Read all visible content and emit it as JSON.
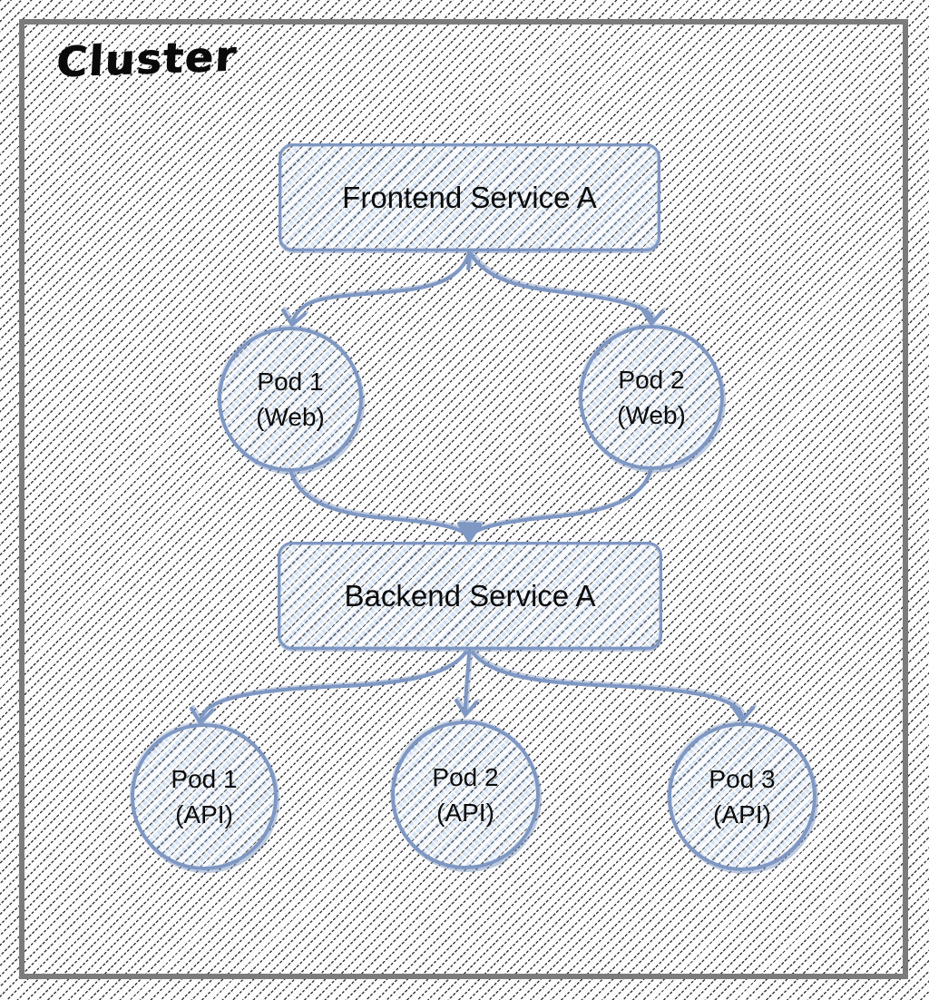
{
  "diagram": {
    "cluster_label": "Cluster",
    "colors": {
      "node_border": "#7e97c3",
      "node_fill": "#d6e4f6",
      "edge": "#7e97c3",
      "cluster_border": "#7b7b7b",
      "hatch": "#111111",
      "text": "#0b0b0b"
    },
    "services": [
      {
        "id": "frontend",
        "label": "Frontend Service A"
      },
      {
        "id": "backend",
        "label": "Backend Service A"
      }
    ],
    "pods": [
      {
        "id": "pod1-web",
        "name": "Pod 1",
        "role": "(Web)"
      },
      {
        "id": "pod2-web",
        "name": "Pod 2",
        "role": "(Web)"
      },
      {
        "id": "pod1-api",
        "name": "Pod 1",
        "role": "(API)"
      },
      {
        "id": "pod2-api",
        "name": "Pod 2",
        "role": "(API)"
      },
      {
        "id": "pod3-api",
        "name": "Pod 3",
        "role": "(API)"
      }
    ],
    "edges": [
      {
        "from": "frontend",
        "to": "pod1-web"
      },
      {
        "from": "frontend",
        "to": "pod2-web"
      },
      {
        "from": "pod1-web",
        "to": "backend"
      },
      {
        "from": "pod2-web",
        "to": "backend"
      },
      {
        "from": "backend",
        "to": "pod1-api"
      },
      {
        "from": "backend",
        "to": "pod2-api"
      },
      {
        "from": "backend",
        "to": "pod3-api"
      }
    ]
  }
}
